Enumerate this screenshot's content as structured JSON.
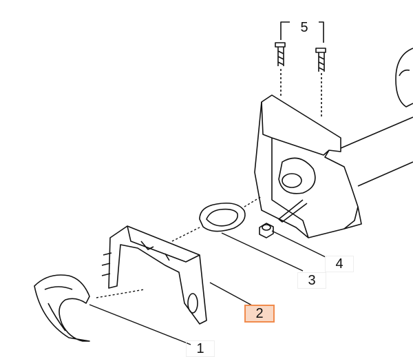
{
  "callouts": [
    {
      "label": "1",
      "highlighted": false
    },
    {
      "label": "2",
      "highlighted": true
    },
    {
      "label": "3",
      "highlighted": false
    },
    {
      "label": "4",
      "highlighted": false
    },
    {
      "label": "5",
      "highlighted": false
    }
  ],
  "colors": {
    "highlight_fill": "#f9d8c4",
    "highlight_border": "#f08a4b",
    "line": "#111111"
  }
}
